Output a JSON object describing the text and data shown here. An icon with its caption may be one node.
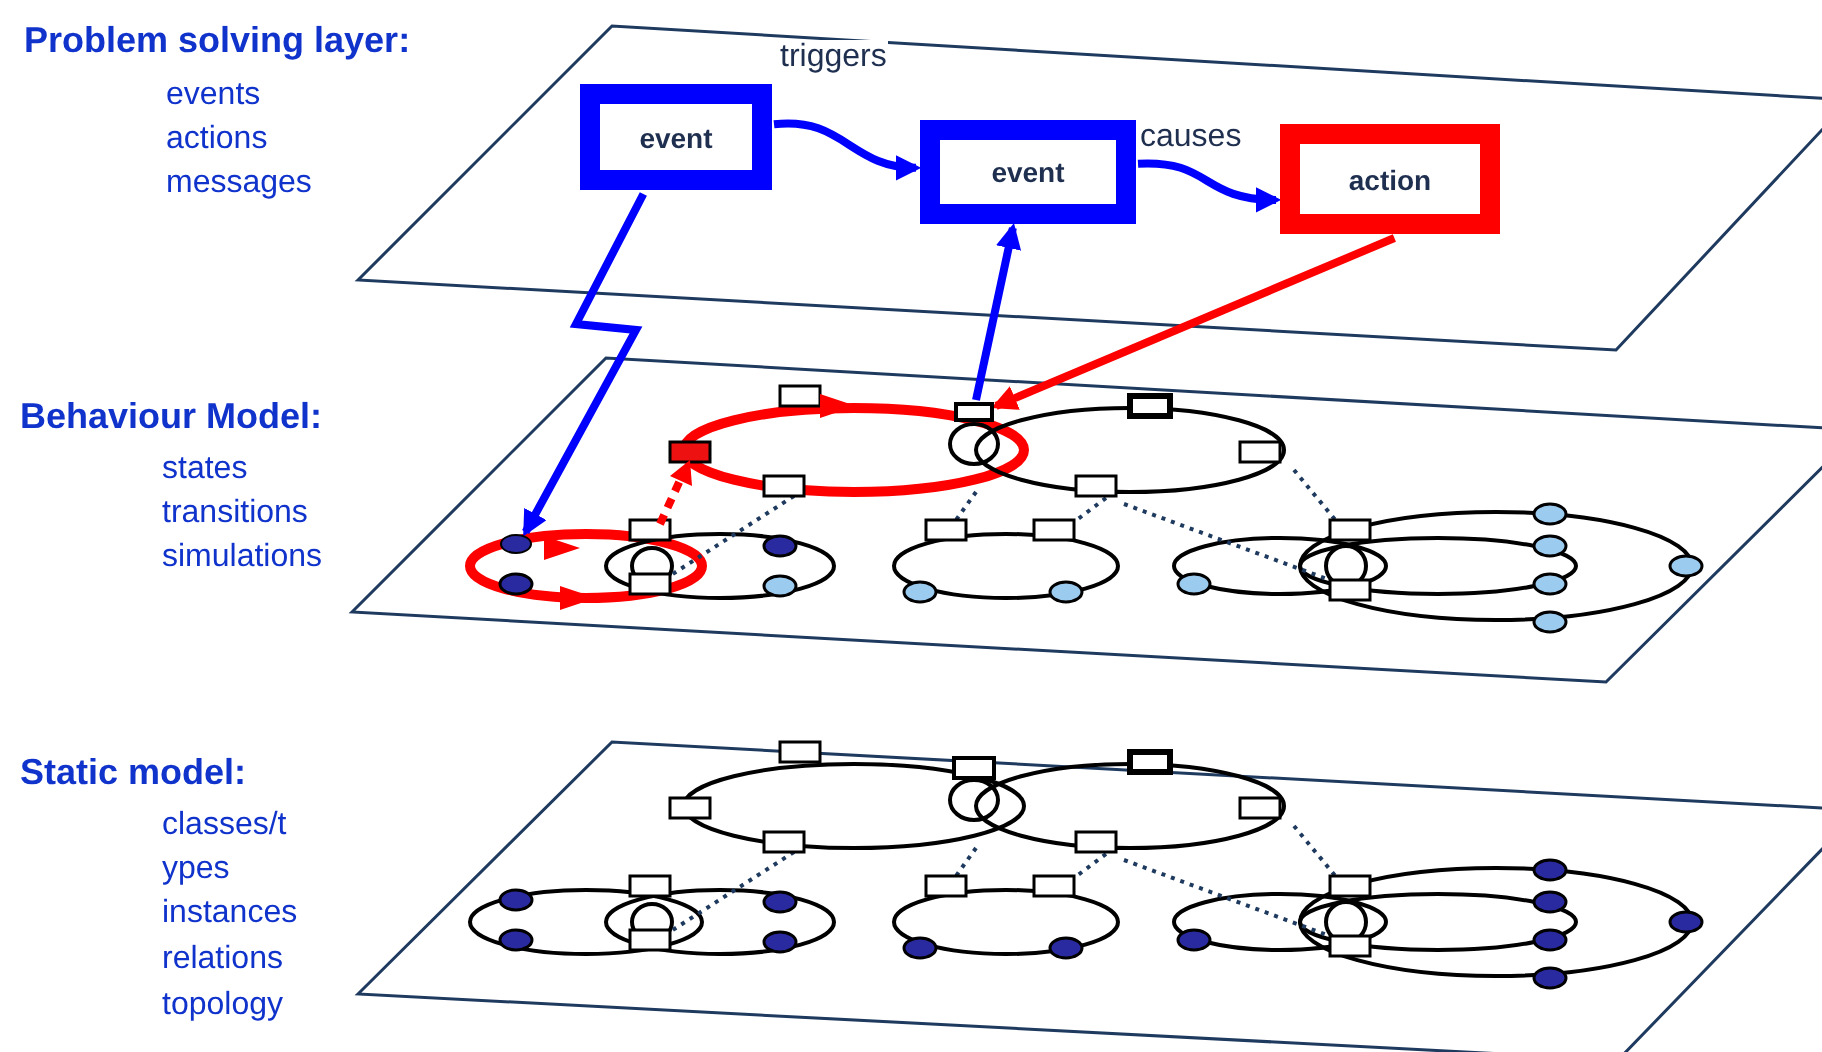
{
  "diagram": {
    "nodes": [
      {
        "text": [
          "event"
        ]
      },
      {
        "text": [
          "event"
        ]
      },
      {
        "text": [
          "action"
        ]
      },
      {
        "text": [],
        "shape": "circle"
      },
      {
        "text": [],
        "shape": "box"
      }
    ],
    "edges": [
      {
        "from": 0,
        "to": 1,
        "arrow": "to",
        "label": "triggers"
      },
      {
        "from": 1,
        "to": 2,
        "arrow": "to",
        "label": "causes"
      },
      {
        "from": 0,
        "to": 3,
        "arrow": "to"
      },
      {
        "from": 4,
        "to": 1,
        "arrow": "to"
      },
      {
        "from": 2,
        "to": 4,
        "arrow": "to",
        "color": "#ff0000"
      }
    ],
    "labels": [
      "Problem solving layer:",
      "events",
      "actions",
      "messages",
      "Behaviour Model:",
      "states",
      "transitions",
      "simulations",
      "Static model:",
      "classes/t",
      "ypes",
      "instances",
      "relations",
      "topology"
    ]
  }
}
